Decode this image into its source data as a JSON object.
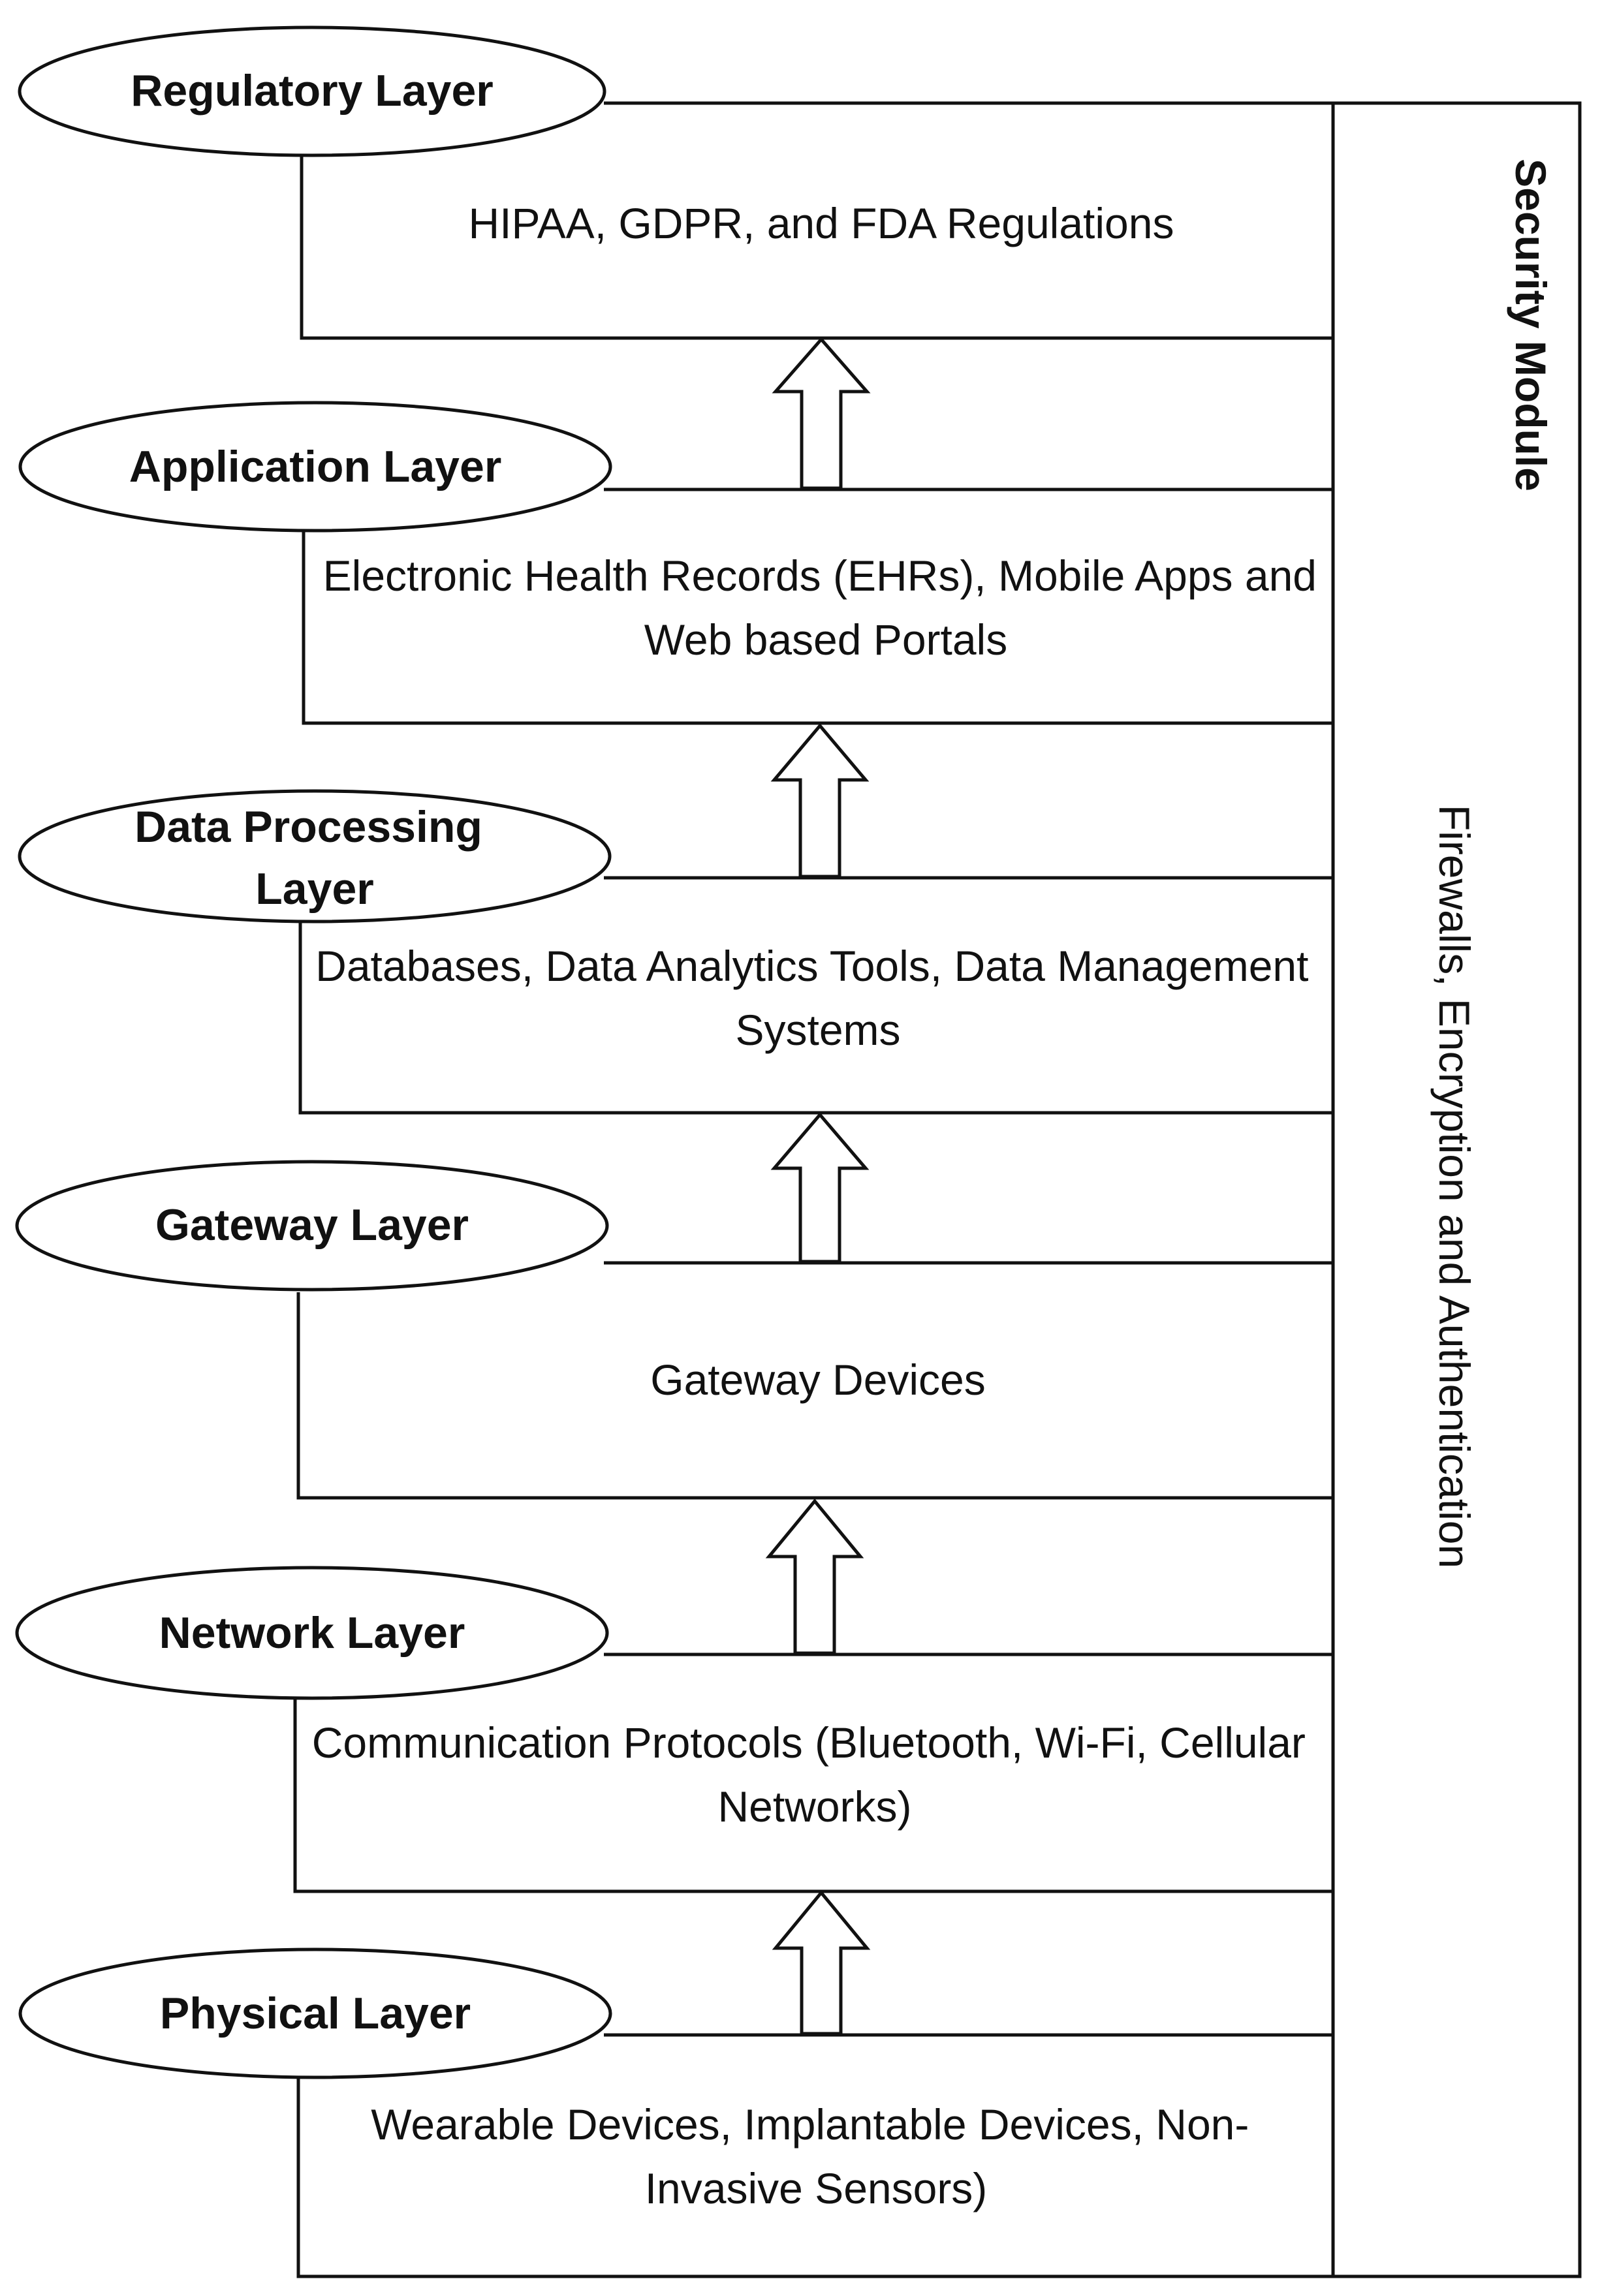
{
  "layers": [
    {
      "name_lines": [
        "Regulatory Layer"
      ],
      "desc_lines": [
        "HIPAA, GDPR, and FDA Regulations"
      ]
    },
    {
      "name_lines": [
        "Application Layer"
      ],
      "desc_lines": [
        "Electronic Health Records (EHRs), Mobile Apps and",
        "Web based Portals"
      ]
    },
    {
      "name_lines": [
        "Data Processing",
        "Layer"
      ],
      "desc_lines": [
        "Databases, Data Analytics Tools, Data Management",
        "Systems"
      ]
    },
    {
      "name_lines": [
        "Gateway Layer"
      ],
      "desc_lines": [
        "Gateway Devices"
      ]
    },
    {
      "name_lines": [
        "Network Layer"
      ],
      "desc_lines": [
        "Communication Protocols (Bluetooth, Wi-Fi, Cellular",
        "Networks)"
      ]
    },
    {
      "name_lines": [
        "Physical Layer"
      ],
      "desc_lines": [
        "Wearable Devices, Implantable Devices, Non-",
        "Invasive Sensors)"
      ]
    }
  ],
  "security": {
    "title": "Security Module",
    "description": "Firewalls, Encryption and Authentication"
  }
}
